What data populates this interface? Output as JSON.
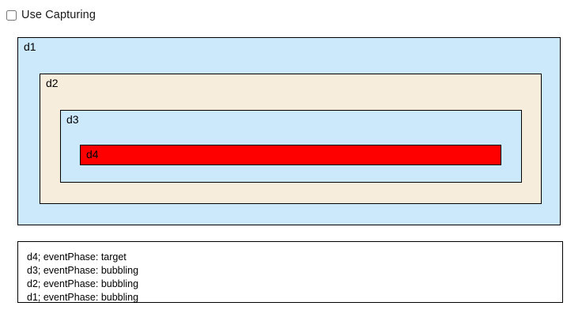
{
  "controls": {
    "capturing": {
      "label": "Use Capturing",
      "checked": false,
      "icon": "checkbox-unchecked-icon"
    }
  },
  "boxes": {
    "d1": {
      "label": "d1",
      "color": "#cce9fc",
      "border": "#000000"
    },
    "d2": {
      "label": "d2",
      "color": "#f7eddc",
      "border": "#000000"
    },
    "d3": {
      "label": "d3",
      "color": "#cce9fc",
      "border": "#000000"
    },
    "d4": {
      "label": "d4",
      "color": "#ff0000",
      "border": "#000000"
    }
  },
  "log": {
    "lines": [
      "d4; eventPhase: target",
      "d3; eventPhase: bubbling",
      "d2; eventPhase: bubbling",
      "d1; eventPhase: bubbling"
    ]
  }
}
